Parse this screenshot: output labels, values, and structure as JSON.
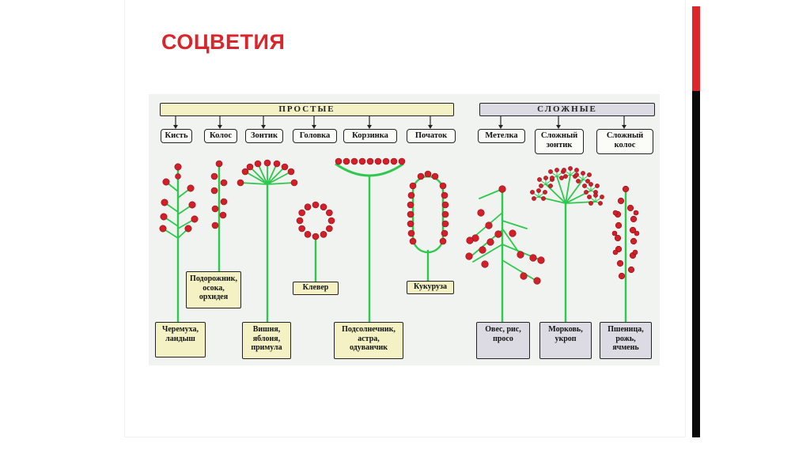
{
  "title": "СОЦВЕТИЯ",
  "colors": {
    "title": "#d8262c",
    "stem": "#2ec84e",
    "flower": "#d31f2a",
    "simple_header": "#f4f2c4",
    "complex_header": "#dcdbe3"
  },
  "groups": {
    "simple": "ПРОСТЫЕ",
    "complex": "СЛОЖНЫЕ"
  },
  "categories": {
    "kist": "Кисть",
    "kolos": "Колос",
    "zontik": "Зонтик",
    "golovka": "Головка",
    "korzinka": "Корзинка",
    "pochatok": "Початок",
    "metelka": "Метелка",
    "slozhny_zontik": [
      "Сложный",
      "зонтик"
    ],
    "slozhny_kolos": [
      "Сложный",
      "колос"
    ]
  },
  "examples": {
    "kist": [
      "Черемуха,",
      "ландыш"
    ],
    "kolos": [
      "Подорожник,",
      "осока,",
      "орхидея"
    ],
    "zontik": [
      "Вишня,",
      "яблоня,",
      "примула"
    ],
    "golovka": [
      "Клевер"
    ],
    "korzinka": [
      "Подсолнечник,",
      "астра,",
      "одуванчик"
    ],
    "pochatok": [
      "Кукуруза"
    ],
    "metelka": [
      "Овес, рис,",
      "просо"
    ],
    "slozhny_zontik": [
      "Морковь,",
      "укроп"
    ],
    "slozhny_kolos": [
      "Пшеница,",
      "рожь,",
      "ячмень"
    ]
  }
}
